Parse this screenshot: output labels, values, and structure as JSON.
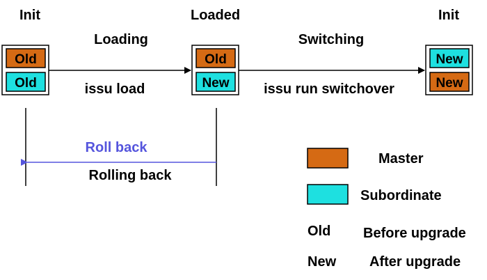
{
  "colors": {
    "master": "#d56a14",
    "subordinate": "#1ee0e0",
    "rollback": "#5555dd",
    "line": "#000000"
  },
  "states": {
    "init_left": "Init",
    "loaded": "Loaded",
    "init_right": "Init"
  },
  "transitions": {
    "loading": "Loading",
    "loading_cmd": "issu load",
    "switching": "Switching",
    "switching_cmd": "issu run switchover",
    "rollback_label": "Roll back",
    "rollback_text": "Rolling back"
  },
  "boxes": {
    "init_left": {
      "top": "Old",
      "bottom": "Old"
    },
    "loaded": {
      "top": "Old",
      "bottom": "New"
    },
    "init_right": {
      "top": "New",
      "bottom": "New"
    }
  },
  "legend": {
    "master": "Master",
    "subordinate": "Subordinate",
    "old_key": "Old",
    "old_desc": "Before upgrade",
    "new_key": "New",
    "new_desc": "After upgrade"
  }
}
